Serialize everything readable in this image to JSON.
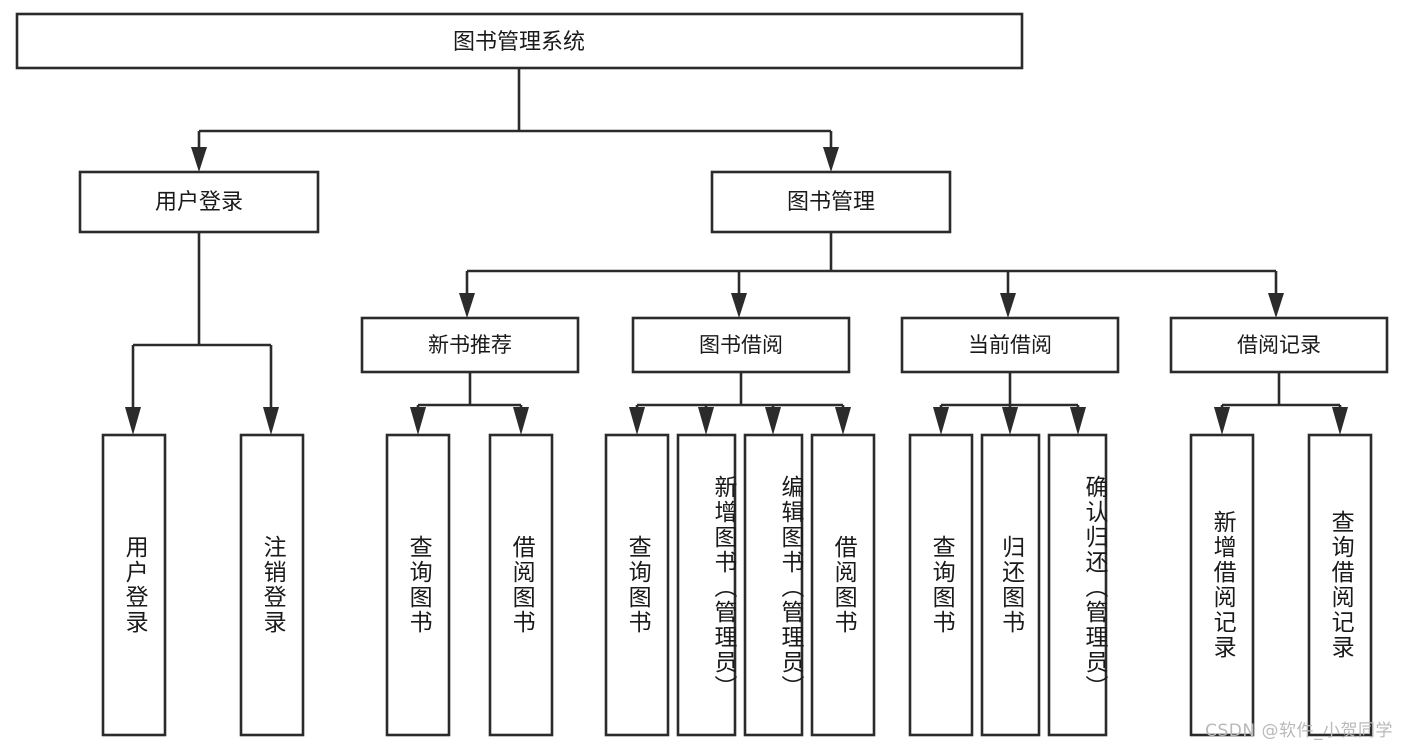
{
  "diagram": {
    "title": "图书管理系统",
    "type": "hierarchy-tree",
    "colors": {
      "box_fill": "#ffffff",
      "box_stroke": "#2b2b2b",
      "text": "#1a1a1a",
      "watermark": "#b9b9b9",
      "background": "#ffffff"
    },
    "root": {
      "label": "图书管理系统"
    },
    "level2": [
      {
        "label": "用户登录"
      },
      {
        "label": "图书管理"
      }
    ],
    "level3": [
      {
        "label": "新书推荐"
      },
      {
        "label": "图书借阅"
      },
      {
        "label": "当前借阅"
      },
      {
        "label": "借阅记录"
      }
    ],
    "leaves": {
      "user_login": [
        {
          "label": "用户登录"
        },
        {
          "label": "注销登录"
        }
      ],
      "new_book_recommend": [
        {
          "label": "查询图书"
        },
        {
          "label": "借阅图书"
        }
      ],
      "book_borrow": [
        {
          "label": "查询图书"
        },
        {
          "label": "新增图书（管理员）"
        },
        {
          "label": "编辑图书（管理员）"
        },
        {
          "label": "借阅图书"
        }
      ],
      "current_borrow": [
        {
          "label": "查询图书"
        },
        {
          "label": "归还图书"
        },
        {
          "label": "确认归还（管理员）"
        }
      ],
      "borrow_records": [
        {
          "label": "新增借阅记录"
        },
        {
          "label": "查询借阅记录"
        }
      ]
    },
    "watermark": "CSDN @软件_小贺同学"
  }
}
